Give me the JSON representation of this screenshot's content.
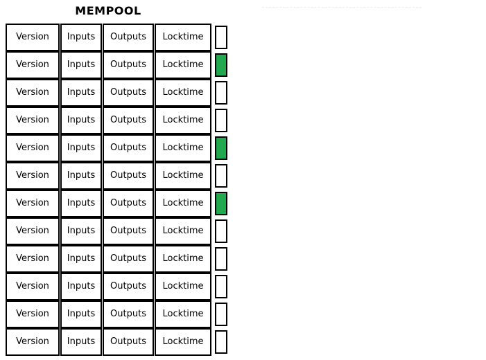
{
  "title": "MEMPOOL",
  "colors": {
    "confirmed": "#22a84f",
    "unconfirmed": "#ffffff",
    "border": "#000000",
    "faint_rule": "#ececec"
  },
  "table": {
    "columns": [
      "Version",
      "Inputs",
      "Outputs",
      "Locktime"
    ],
    "rows": [
      {
        "version": "Version",
        "inputs": "Inputs",
        "outputs": "Outputs",
        "locktime": "Locktime",
        "status": "unconfirmed"
      },
      {
        "version": "Version",
        "inputs": "Inputs",
        "outputs": "Outputs",
        "locktime": "Locktime",
        "status": "confirmed"
      },
      {
        "version": "Version",
        "inputs": "Inputs",
        "outputs": "Outputs",
        "locktime": "Locktime",
        "status": "unconfirmed"
      },
      {
        "version": "Version",
        "inputs": "Inputs",
        "outputs": "Outputs",
        "locktime": "Locktime",
        "status": "unconfirmed"
      },
      {
        "version": "Version",
        "inputs": "Inputs",
        "outputs": "Outputs",
        "locktime": "Locktime",
        "status": "confirmed"
      },
      {
        "version": "Version",
        "inputs": "Inputs",
        "outputs": "Outputs",
        "locktime": "Locktime",
        "status": "unconfirmed"
      },
      {
        "version": "Version",
        "inputs": "Inputs",
        "outputs": "Outputs",
        "locktime": "Locktime",
        "status": "confirmed"
      },
      {
        "version": "Version",
        "inputs": "Inputs",
        "outputs": "Outputs",
        "locktime": "Locktime",
        "status": "unconfirmed"
      },
      {
        "version": "Version",
        "inputs": "Inputs",
        "outputs": "Outputs",
        "locktime": "Locktime",
        "status": "unconfirmed"
      },
      {
        "version": "Version",
        "inputs": "Inputs",
        "outputs": "Outputs",
        "locktime": "Locktime",
        "status": "unconfirmed"
      },
      {
        "version": "Version",
        "inputs": "Inputs",
        "outputs": "Outputs",
        "locktime": "Locktime",
        "status": "unconfirmed"
      },
      {
        "version": "Version",
        "inputs": "Inputs",
        "outputs": "Outputs",
        "locktime": "Locktime",
        "status": "unconfirmed"
      }
    ]
  }
}
